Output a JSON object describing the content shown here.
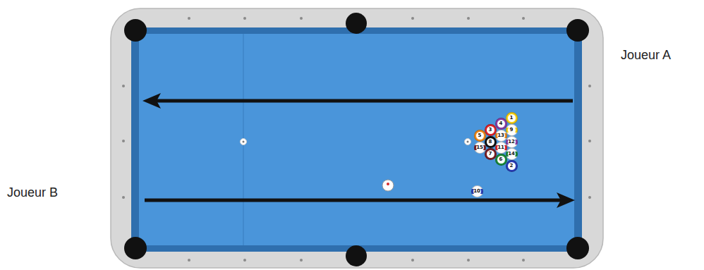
{
  "diagram": {
    "nodes": [
      {
        "text": [
          "1"
        ]
      },
      {
        "text": [
          "4"
        ]
      },
      {
        "text": [
          "3"
        ]
      },
      {
        "text": [
          "9"
        ]
      },
      {
        "text": [
          "5"
        ]
      },
      {
        "text": [
          "13"
        ]
      },
      {
        "text": [
          "8"
        ]
      },
      {
        "text": [
          "12"
        ]
      },
      {
        "text": [
          "15"
        ]
      },
      {
        "text": [
          "11"
        ]
      },
      {
        "text": [
          "7"
        ]
      },
      {
        "text": [
          "14"
        ]
      },
      {
        "text": [
          "6"
        ]
      },
      {
        "text": [
          "2"
        ]
      },
      {
        "text": [
          "10"
        ]
      }
    ],
    "labels": [
      "Joueur A",
      "Joueur B"
    ]
  }
}
